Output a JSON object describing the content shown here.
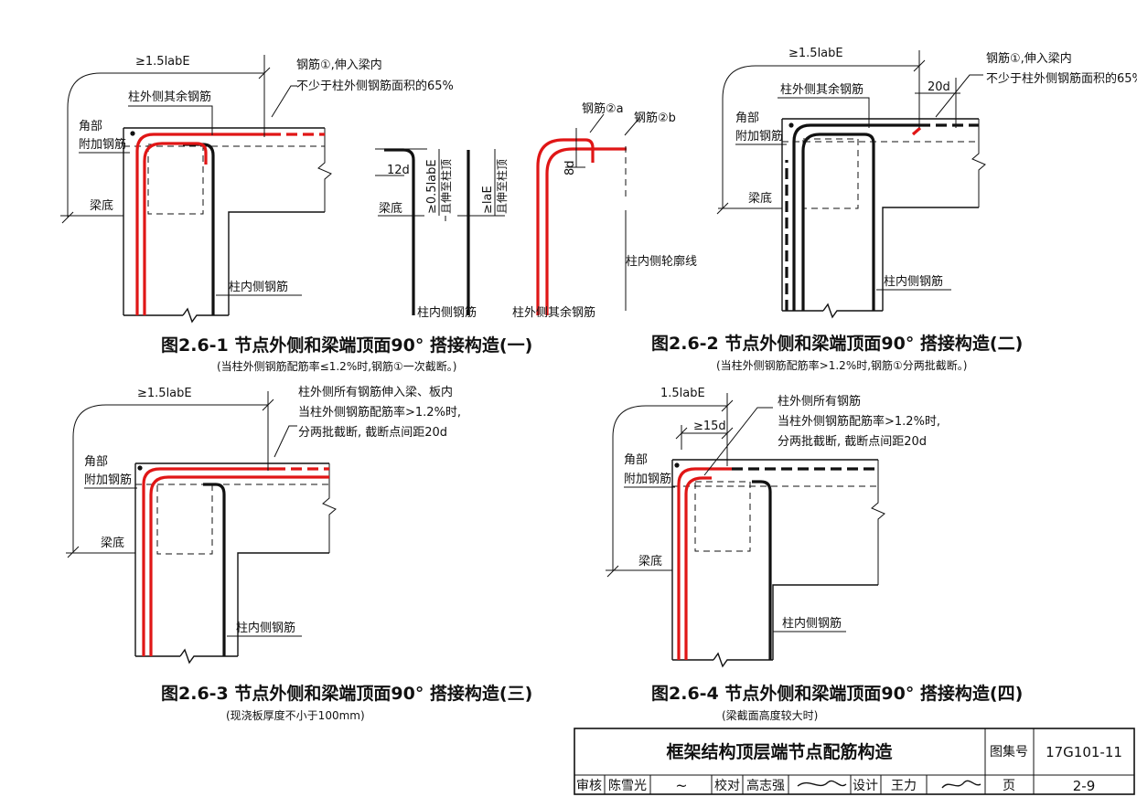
{
  "figures": [
    {
      "caption": "图2.6-1 节点外侧和梁端顶面90° 搭接构造(一)",
      "note": "(当柱外侧钢筋配筋率≤1.2%时,钢筋①一次截断。)",
      "dim_top": "≥1.5labE",
      "callout_line1": "钢筋①,伸入梁内",
      "callout_line2": "不少于柱外侧钢筋面积的65%",
      "label_other_bars": "柱外侧其余钢筋",
      "label_corner_1": "角部",
      "label_corner_2": "附加钢筋",
      "label_beam_bottom": "梁底",
      "label_inner_bars": "柱内侧钢筋"
    },
    {
      "caption": "图2.6-2 节点外侧和梁端顶面90° 搭接构造(二)",
      "note": "(当柱外侧钢筋配筋率>1.2%时,钢筋①分两批截断。)",
      "dim_top": "≥1.5labE",
      "dim_20d": "20d",
      "callout_line1": "钢筋①,伸入梁内",
      "callout_line2": "不少于柱外侧钢筋面积的65%",
      "label_other_bars": "柱外侧其余钢筋",
      "label_corner_1": "角部",
      "label_corner_2": "附加钢筋",
      "label_beam_bottom": "梁底",
      "label_inner_bars": "柱内侧钢筋"
    },
    {
      "caption": "图2.6-3 节点外侧和梁端顶面90° 搭接构造(三)",
      "note": "(现浇板厚度不小于100mm)",
      "dim_top": "≥1.5labE",
      "callout_line1": "柱外侧所有钢筋伸入梁、板内",
      "callout_line2": "当柱外侧钢筋配筋率>1.2%时,",
      "callout_line3": "分两批截断, 截断点间距20d",
      "label_corner_1": "角部",
      "label_corner_2": "附加钢筋",
      "label_beam_bottom": "梁底",
      "label_inner_bars": "柱内侧钢筋"
    },
    {
      "caption": "图2.6-4 节点外侧和梁端顶面90° 搭接构造(四)",
      "note": "(梁截面高度较大时)",
      "dim_top": "1.5labE",
      "dim_15d": "≥15d",
      "callout_line1": "柱外侧所有钢筋",
      "callout_line2": "当柱外侧钢筋配筋率>1.2%时,",
      "callout_line3": "分两批截断, 截断点间距20d",
      "label_corner_1": "角部",
      "label_corner_2": "附加钢筋",
      "label_beam_bottom": "梁底",
      "label_inner_bars": "柱内侧钢筋"
    }
  ],
  "detail": {
    "dim_12d": "12d",
    "dim_05labE": "≥0.5labE",
    "dim_05_note": "且伸至柱顶",
    "dim_laE": "≥laE",
    "dim_laE_note": "且伸至柱顶",
    "label_beam_bottom": "梁底",
    "label_inner_bars": "柱内侧钢筋",
    "label_bar_2a": "钢筋②a",
    "label_bar_2b": "钢筋②b",
    "dim_8d": "8d",
    "label_outline": "柱内侧轮廓线",
    "label_other_bars": "柱外侧其余钢筋"
  },
  "title_block": {
    "title": "框架结构顶层端节点配筋构造",
    "atlas_label": "图集号",
    "atlas_no": "17G101-11",
    "review_label": "审核",
    "review_name": "陈雪光",
    "check_label": "校对",
    "check_name": "高志强",
    "design_label": "设计",
    "design_name": "王力",
    "page_label": "页",
    "page_no": "2-9"
  },
  "colors": {
    "rebar_highlight": "#e01616",
    "ink": "#111111"
  }
}
